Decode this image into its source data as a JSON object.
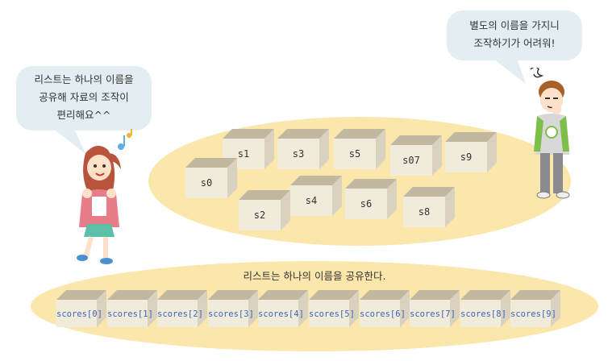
{
  "bubble_left": {
    "lines": [
      "리스트는 하나의 이름을",
      "공유해 자료의 조작이",
      "편리해요^^"
    ]
  },
  "bubble_right": {
    "lines": [
      "별도의 이름을 가지니",
      "조작하기가 어려워!"
    ]
  },
  "separate_boxes": [
    "s1",
    "s3",
    "s5",
    "s07",
    "s9",
    "s0",
    "s4",
    "s6",
    "s2",
    "s8"
  ],
  "caption": "리스트는 하나의 이름을 공유한다.",
  "list_cells": [
    "scores[0]",
    "scores[1]",
    "scores[2]",
    "scores[3]",
    "scores[4]",
    "scores[5]",
    "scores[6]",
    "scores[7]",
    "scores[8]",
    "scores[9]"
  ],
  "colors": {
    "blob": "#fbe6ac",
    "box_front": "#f1ebdc",
    "box_top": "#d9d2bf",
    "box_inner": "#c2b89f",
    "bubble": "#e3eef2",
    "cell_label": "#3b64b8"
  }
}
